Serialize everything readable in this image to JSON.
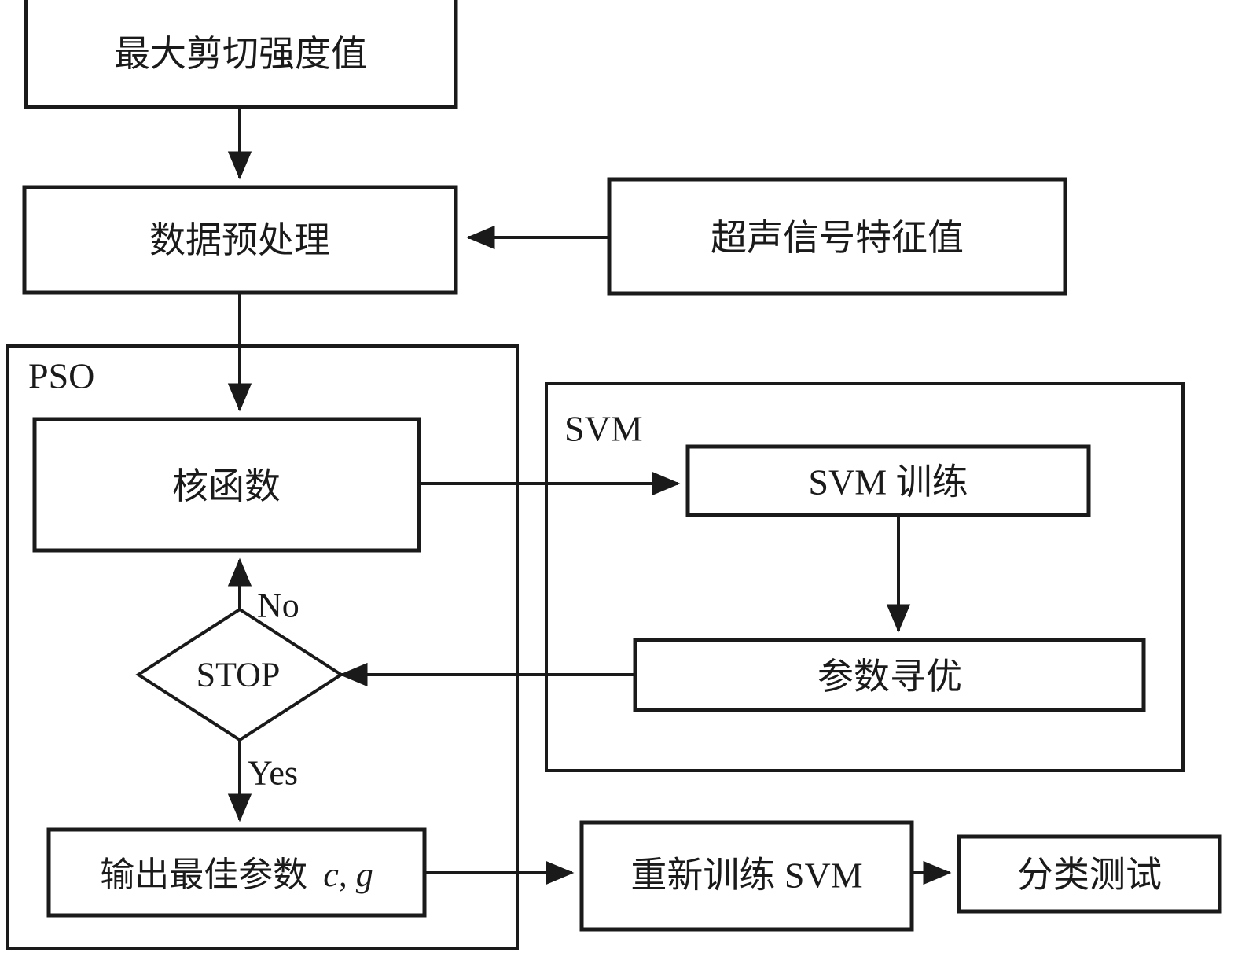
{
  "diagram": {
    "title": "PSO-SVM ultrasonic shear strength classification flowchart",
    "stroke_color": "#1a1a1a",
    "background_color": "#ffffff"
  },
  "nodes": {
    "max_shear_strength": "最大剪切强度值",
    "data_preprocessing": "数据预处理",
    "ultrasonic_features": "超声信号特征值",
    "kernel_function": "核函数",
    "svm_training": "SVM 训练",
    "param_optimization": "参数寻优",
    "stop_decision": "STOP",
    "output_best_params_prefix": "输出最佳参数 ",
    "output_best_params_math": "c, g",
    "retrain_svm": "重新训练 SVM",
    "classification_test": "分类测试"
  },
  "groups": {
    "pso": "PSO",
    "svm": "SVM"
  },
  "edge_labels": {
    "no": "No",
    "yes": "Yes"
  }
}
